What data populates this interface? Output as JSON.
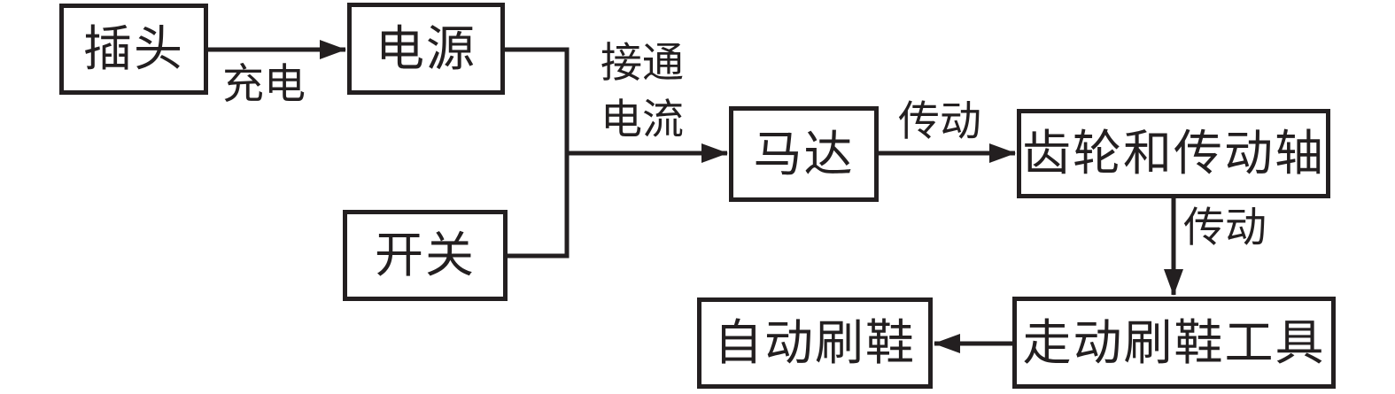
{
  "diagram": {
    "type": "flowchart",
    "background_color": "#ffffff",
    "ink_color": "#231f20",
    "nodes": {
      "plug": {
        "label": "插头"
      },
      "power": {
        "label": "电源"
      },
      "switch": {
        "label": "开关"
      },
      "motor": {
        "label": "马达"
      },
      "gears": {
        "label": "齿轮和传动轴"
      },
      "walker": {
        "label": "走动刷鞋工具"
      },
      "auto_brush": {
        "label": "自动刷鞋"
      }
    },
    "edges": [
      {
        "from": "plug",
        "to": "power",
        "label": "充电"
      },
      {
        "from": "power & switch",
        "to": "motor",
        "label_lines": [
          "接通",
          "电流"
        ]
      },
      {
        "from": "motor",
        "to": "gears",
        "label": "传动"
      },
      {
        "from": "gears",
        "to": "walker",
        "label": "传动"
      },
      {
        "from": "walker",
        "to": "auto_brush",
        "label": ""
      }
    ]
  }
}
